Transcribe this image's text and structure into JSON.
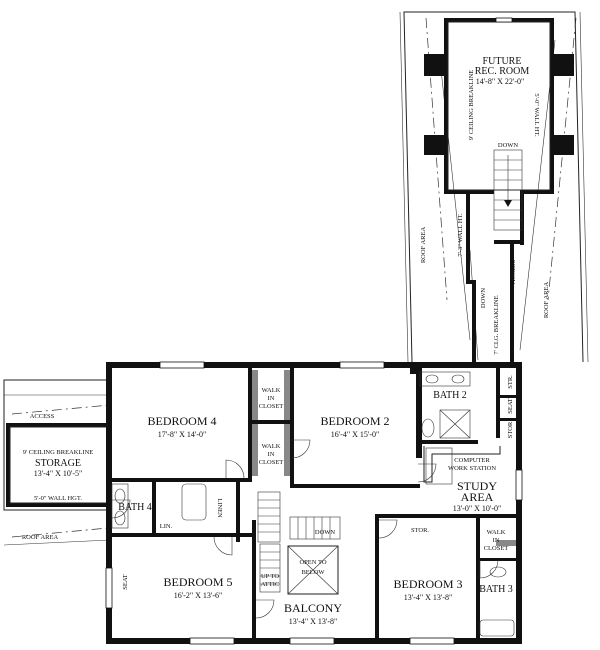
{
  "rooms": {
    "future_rec": {
      "name_1": "FUTURE",
      "name_2": "REC. ROOM",
      "dims": "14'-8\" X 22'-0\""
    },
    "bedroom4": {
      "name": "BEDROOM 4",
      "dims": "17'-8\" X 14'-0\""
    },
    "bedroom2": {
      "name": "BEDROOM 2",
      "dims": "16'-4\" X 15'-0\""
    },
    "storage": {
      "name": "STORAGE",
      "dims": "13'-4\" X 10'-5\""
    },
    "study": {
      "name": "STUDY",
      "name_2": "AREA",
      "dims": "13'-0\" X 10'-0\""
    },
    "bedroom5": {
      "name": "BEDROOM 5",
      "dims": "16'-2\" X 13'-6\""
    },
    "balcony": {
      "name": "BALCONY",
      "dims": "13'-4\" X 13'-8\""
    },
    "bedroom3": {
      "name": "BEDROOM 3",
      "dims": "13'-4\" X 13'-8\""
    },
    "bath2": "BATH 2",
    "bath3": "BATH 3",
    "bath4": "BATH 4"
  },
  "labels": {
    "ceiling_breakline_rec": "9' CEILING BREAKLINE",
    "wall_ht_rec": "5'-0\" WALL HT.",
    "down_top": "DOWN",
    "wall_ht_73": "7'-3\" WALL HT.",
    "roof_area_left": "ROOF AREA",
    "roof_area_right": "ROOF AREA",
    "access_right": "ACCESS",
    "down_mid": "DOWN",
    "clg_breakline": "7' CLG. BREAKLINE",
    "access_left": "ACCESS",
    "ceiling_breakline_storage": "9' CEILING BREAKLINE",
    "wall_hgt_storage": "5'-0\" WALL HGT.",
    "roof_area_bottom": "ROOF AREA",
    "walk_in_closet_1": [
      "WALK",
      "IN",
      "CLOSET"
    ],
    "walk_in_closet_2": [
      "WALK",
      "IN",
      "CLOSET"
    ],
    "walk_in_closet_3": [
      "WALK",
      "IN",
      "CLOSET"
    ],
    "str": "STR.",
    "seat_right": "SEAT",
    "stor_right": "STOR",
    "computer_1": "COMPUTER",
    "computer_2": "WORK STATION",
    "lin": "LIN.",
    "linen": "LINEN",
    "down_stair": "DOWN",
    "open_1": "OPEN TO",
    "open_2": "BELOW",
    "attic_1": "UP TO",
    "attic_2": "ATTIC",
    "stor_b3": "STOR.",
    "seat_left": "SEAT"
  }
}
